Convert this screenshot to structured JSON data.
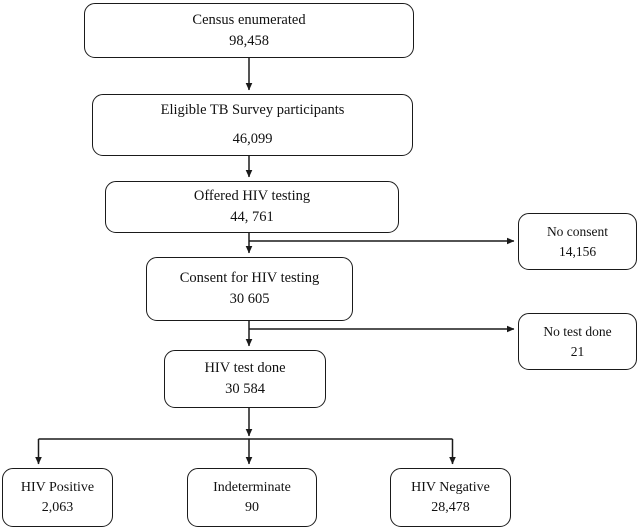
{
  "diagram": {
    "type": "participant-flow-chart",
    "stroke_color": "#1a1a1a",
    "text_color": "#111111",
    "background_color": "#ffffff",
    "nodes": [
      {
        "id": "census",
        "label": "Census enumerated",
        "value": "98,458"
      },
      {
        "id": "eligible",
        "label": "Eligible TB Survey participants",
        "value": "46,099"
      },
      {
        "id": "offered",
        "label": "Offered HIV testing",
        "value": "44, 761"
      },
      {
        "id": "no-consent",
        "label": "No consent",
        "value": "14,156"
      },
      {
        "id": "consent",
        "label": "Consent for HIV testing",
        "value": "30 605"
      },
      {
        "id": "no-test",
        "label": "No test done",
        "value": "21"
      },
      {
        "id": "test-done",
        "label": "HIV test done",
        "value": "30 584"
      },
      {
        "id": "hiv-positive",
        "label": "HIV Positive",
        "value": "2,063"
      },
      {
        "id": "indeterminate",
        "label": "Indeterminate",
        "value": "90"
      },
      {
        "id": "hiv-negative",
        "label": "HIV Negative",
        "value": "28,478"
      }
    ]
  }
}
